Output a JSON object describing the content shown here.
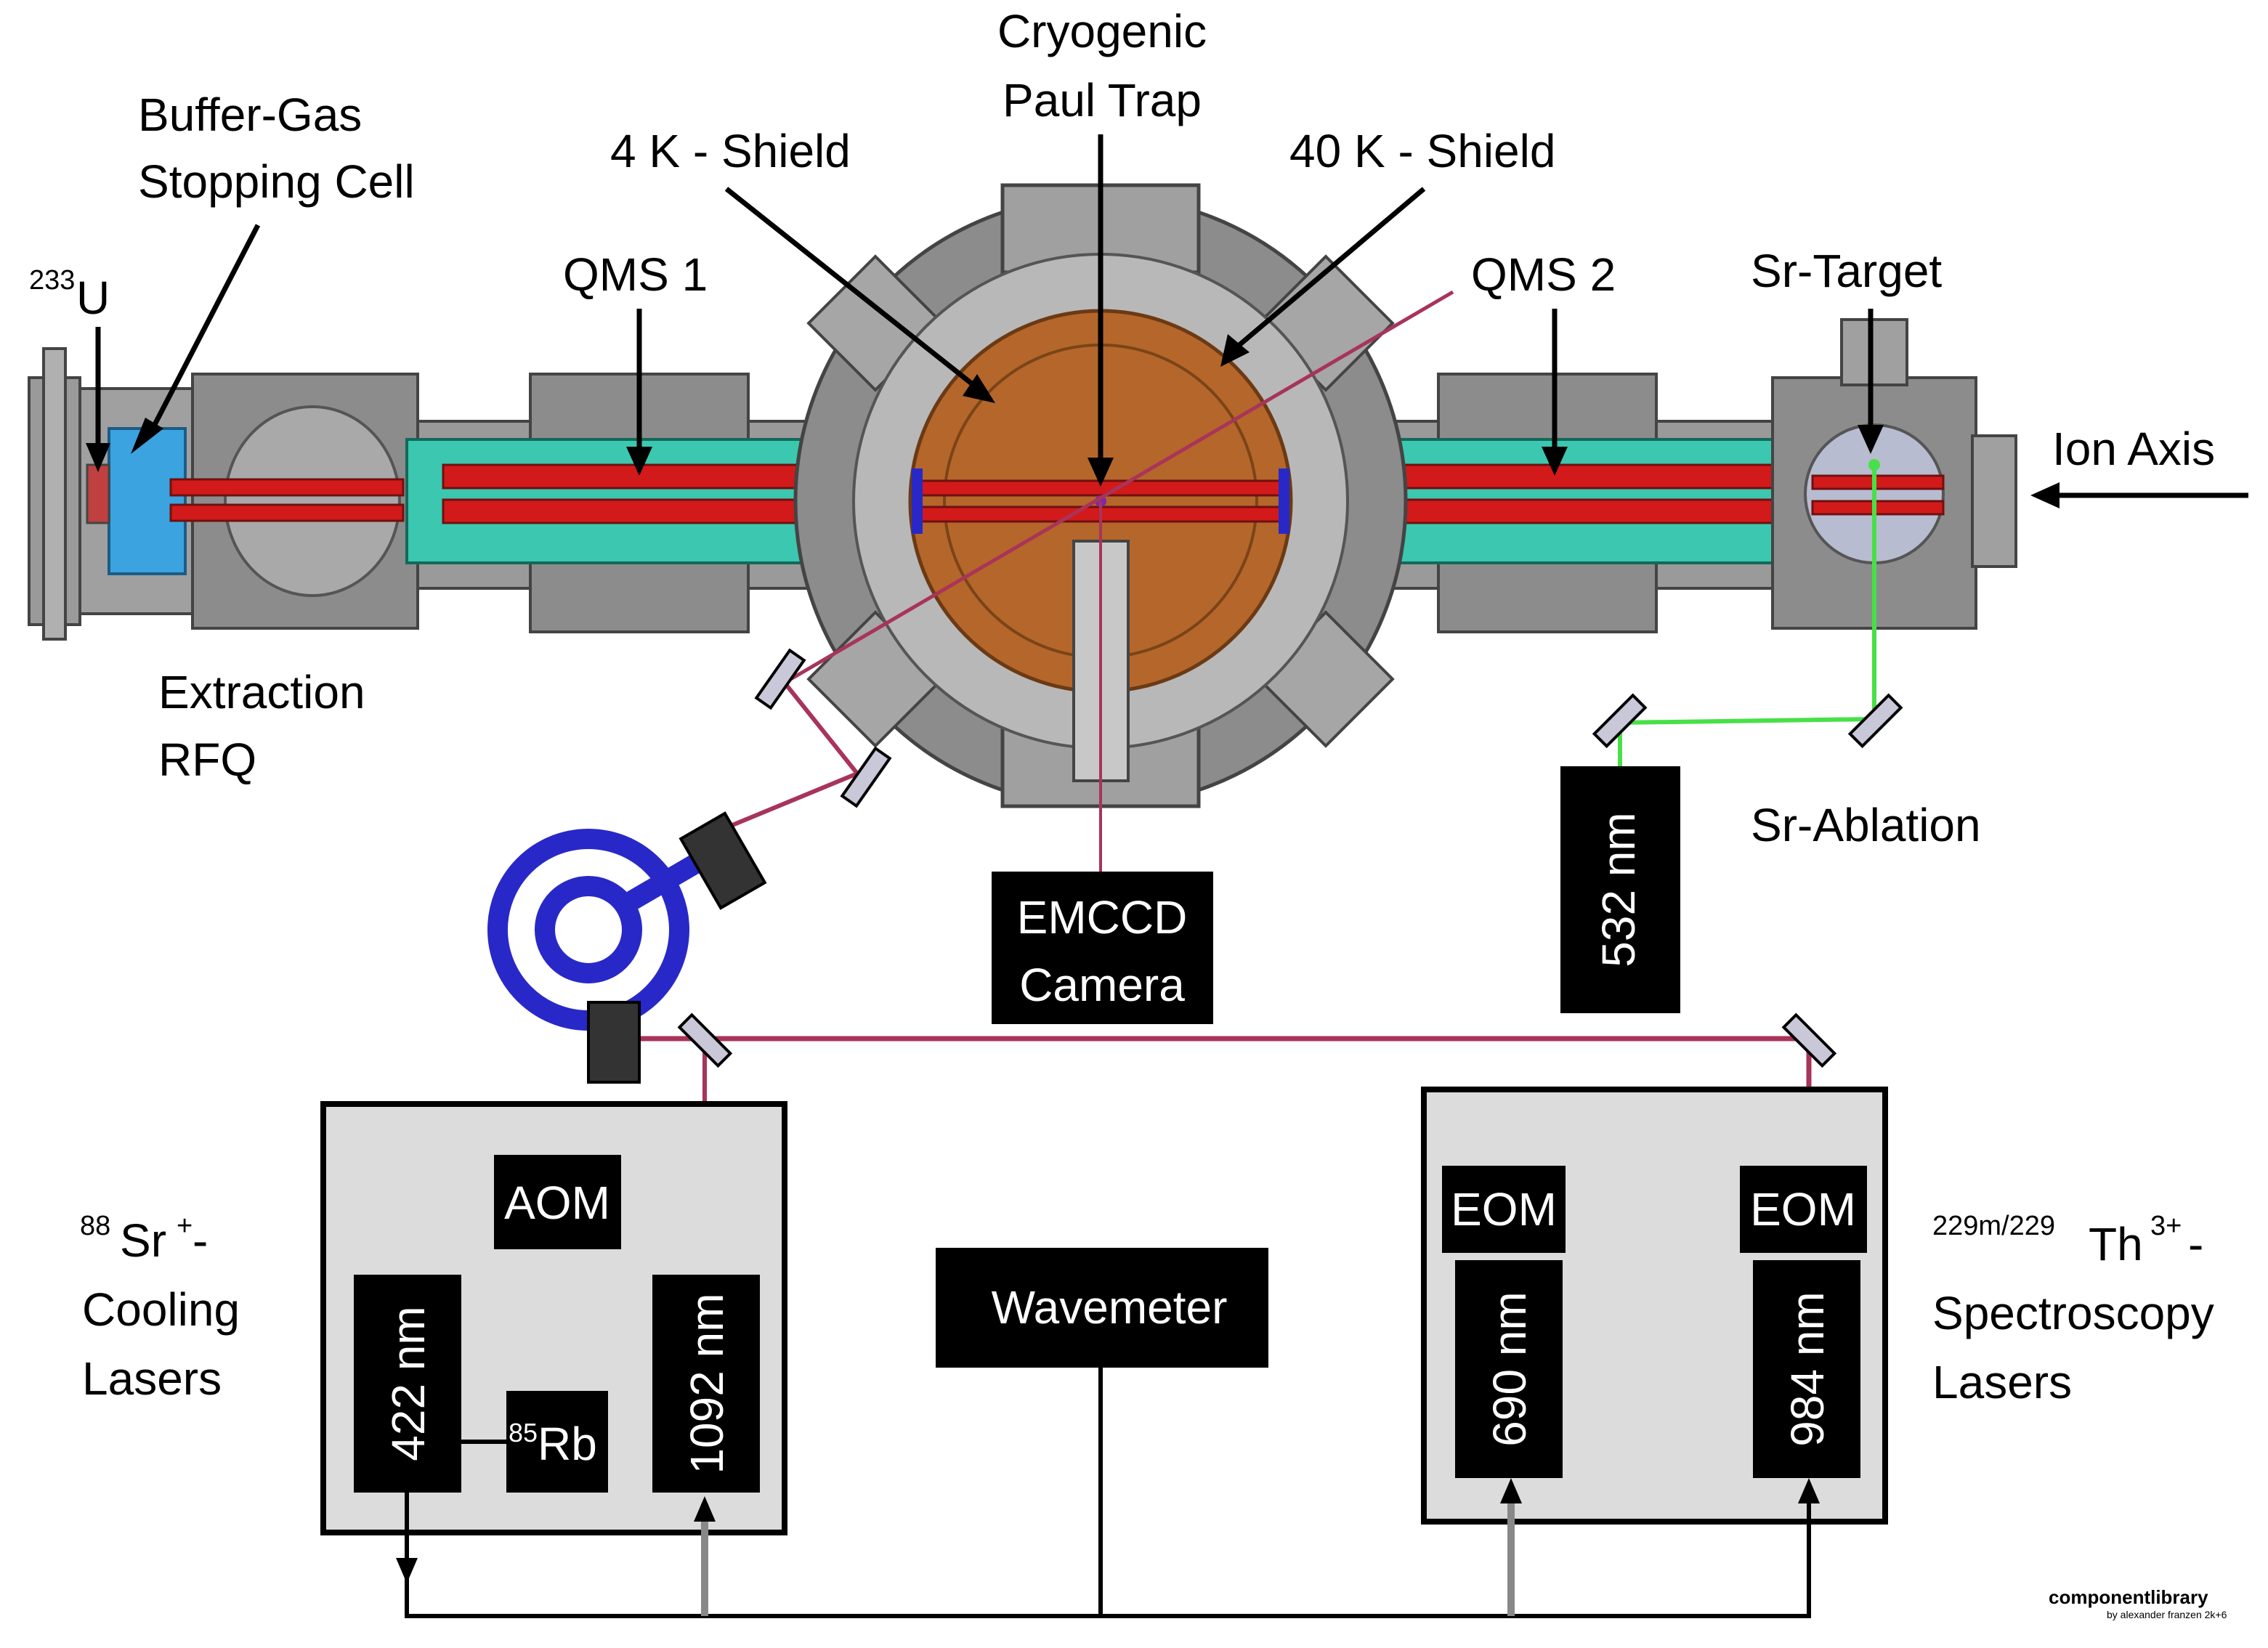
{
  "labels": {
    "buffer_gas_line1": "Buffer-Gas",
    "buffer_gas_line2": "Stopping Cell",
    "u233_sup": "233",
    "u233_main": "U",
    "cryo_line1": "Cryogenic",
    "cryo_line2": "Paul Trap",
    "shield_4k": "4 K - Shield",
    "shield_40k": "40 K - Shield",
    "qms1": "QMS 1",
    "qms2": "QMS 2",
    "sr_target": "Sr-Target",
    "ion_axis": "Ion Axis",
    "extraction_line1": "Extraction",
    "extraction_line2": "RFQ",
    "sr_ablation": "Sr-Ablation",
    "cooling_sup1": "88",
    "cooling_main": "Sr",
    "cooling_sup2": "+",
    "cooling_dash": "-",
    "cooling_line2": "Cooling",
    "cooling_line3": "Lasers",
    "spec_sup1": "229m/229",
    "spec_main": "Th",
    "spec_sup2": "3+",
    "spec_dash": "-",
    "spec_line2": "Spectroscopy",
    "spec_line3": "Lasers"
  },
  "boxes": {
    "emccd_line1": "EMCCD",
    "emccd_line2": "Camera",
    "laser_532": "532 nm",
    "aom": "AOM",
    "laser_422": "422 nm",
    "laser_1092": "1092 nm",
    "rb_sup": "85",
    "rb_main": "Rb",
    "wavemeter": "Wavemeter",
    "eom_left": "EOM",
    "eom_right": "EOM",
    "laser_690": "690 nm",
    "laser_984": "984 nm"
  },
  "logo": {
    "text_main": "componentlibrary",
    "text_sub": "by alexander franzen 2k+6"
  },
  "colors": {
    "vacuum_steel": "#8c8c8c",
    "rfq_rods": "#d21a1a",
    "qms_housing": "#3cc7b0",
    "copper_shield": "#b5662a",
    "buffer_cell": "#3ba3e0",
    "fiber": "#2828c8",
    "beam_ir": "#a8345a",
    "beam_green": "#48e048",
    "beam_blue": "#3030e0",
    "beam_red": "#e02020",
    "panel_grey": "#dcdcdc"
  }
}
